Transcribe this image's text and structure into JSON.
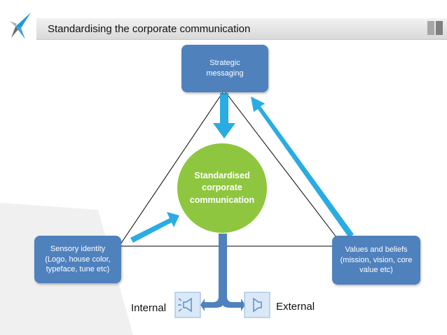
{
  "header": {
    "title": "Standardising the corporate communication"
  },
  "nodes": {
    "top": "Strategic\nmessaging",
    "left": "Sensory  identity\n(Logo, house color,\ntypeface, tune etc)",
    "right": "Values and beliefs\n(mission, vision, core\nvalue etc)",
    "center": "Standardised\ncorporate\ncommunication"
  },
  "outputs": {
    "internal": "Internal",
    "external": "External"
  },
  "icons": [
    "logo-star-icon",
    "speaker-icon"
  ],
  "colors": {
    "box": "#4f81bd",
    "center": "#8ec63f",
    "arrow_light": "#2aace2",
    "arrow_dark": "#4f81bd"
  }
}
